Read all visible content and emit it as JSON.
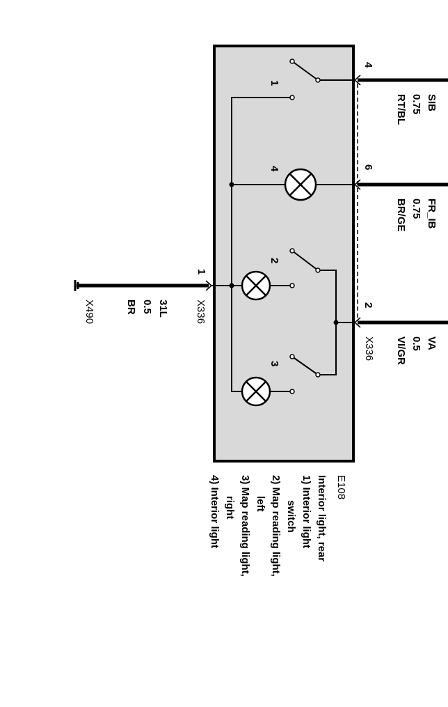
{
  "component": {
    "id": "E108",
    "title": "Interior light, rear",
    "legend": [
      {
        "line1": "1) Interior light",
        "line2": "switch"
      },
      {
        "line1": "2) Map reading light,",
        "line2": "left"
      },
      {
        "line1": "3) Map reading light,",
        "line2": "right"
      },
      {
        "line1": "4) Interior light",
        "line2": ""
      }
    ],
    "element_numbers": [
      "1",
      "4",
      "2",
      "3"
    ]
  },
  "pins": {
    "pin4": {
      "number": "4",
      "signal": "SIB",
      "size": "0.75",
      "color": "RT/BL"
    },
    "pin6": {
      "number": "6",
      "signal": "FR_IB",
      "size": "0.75",
      "color": "BR/GE"
    },
    "pin2": {
      "number": "2",
      "signal": "VA",
      "size": "0.5",
      "color": "VI/GR",
      "connector": "X336"
    },
    "pin1": {
      "number": "1",
      "connector": "X336",
      "signal": "31L",
      "size": "0.5",
      "color": "BR",
      "ground": "X490"
    }
  },
  "colors": {
    "box_fill": "#d9d9d9",
    "line": "#000000"
  }
}
